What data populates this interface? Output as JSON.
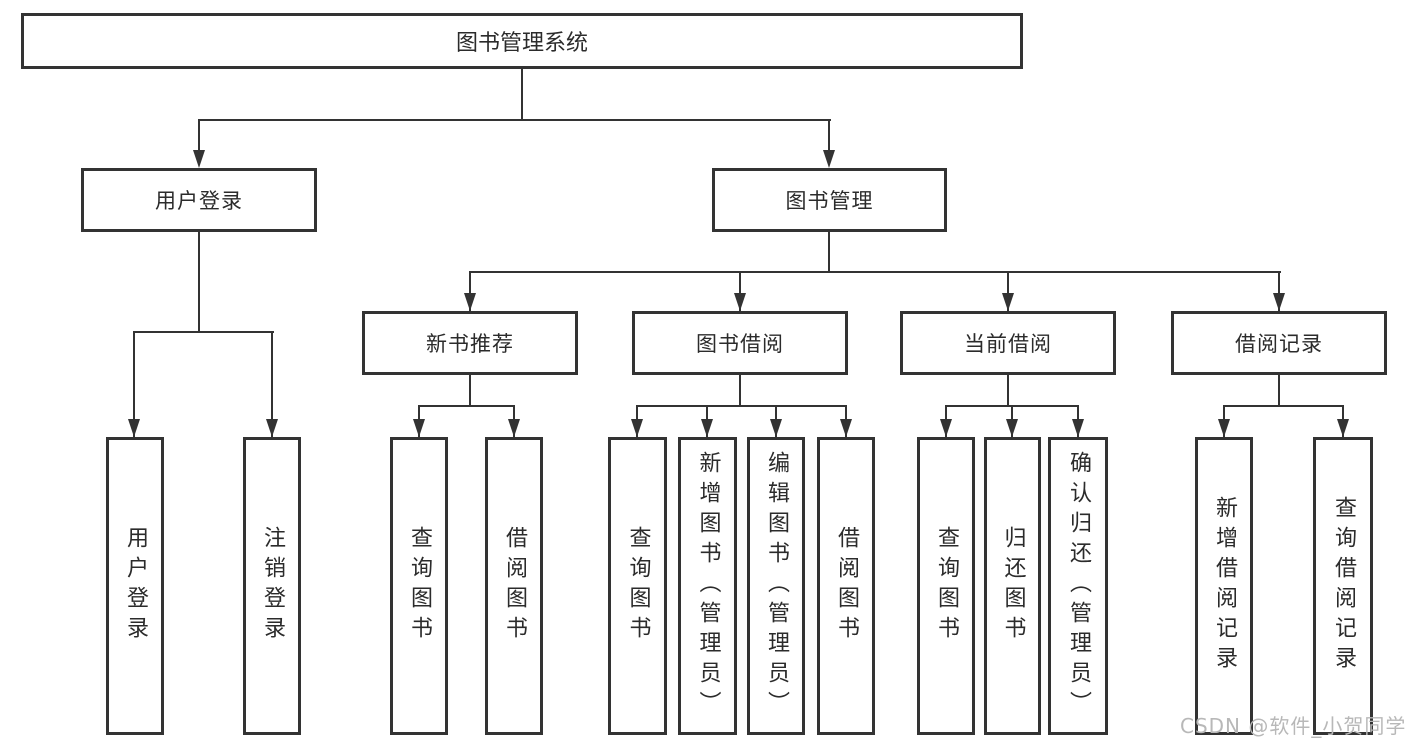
{
  "diagram": {
    "type": "tree",
    "root": "图书管理系统",
    "level2": {
      "left": "用户登录",
      "right": "图书管理"
    },
    "level3": {
      "a": "新书推荐",
      "b": "图书借阅",
      "c": "当前借阅",
      "d": "借阅记录"
    },
    "leaves": {
      "login": [
        "用户登录",
        "注销登录"
      ],
      "newbook": [
        "查询图书",
        "借阅图书"
      ],
      "borrow": [
        "查询图书",
        "新增图书（管理员）",
        "编辑图书（管理员）",
        "借阅图书"
      ],
      "current": [
        "查询图书",
        "归还图书",
        "确认归还（管理员）"
      ],
      "records": [
        "新增借阅记录",
        "查询借阅记录"
      ]
    },
    "colors": {
      "line": "#333333",
      "text": "#2b2b2b",
      "background": "#ffffff",
      "watermark_text": "#b8b8b8"
    },
    "watermark": "CSDN @软件_小贺同学"
  }
}
